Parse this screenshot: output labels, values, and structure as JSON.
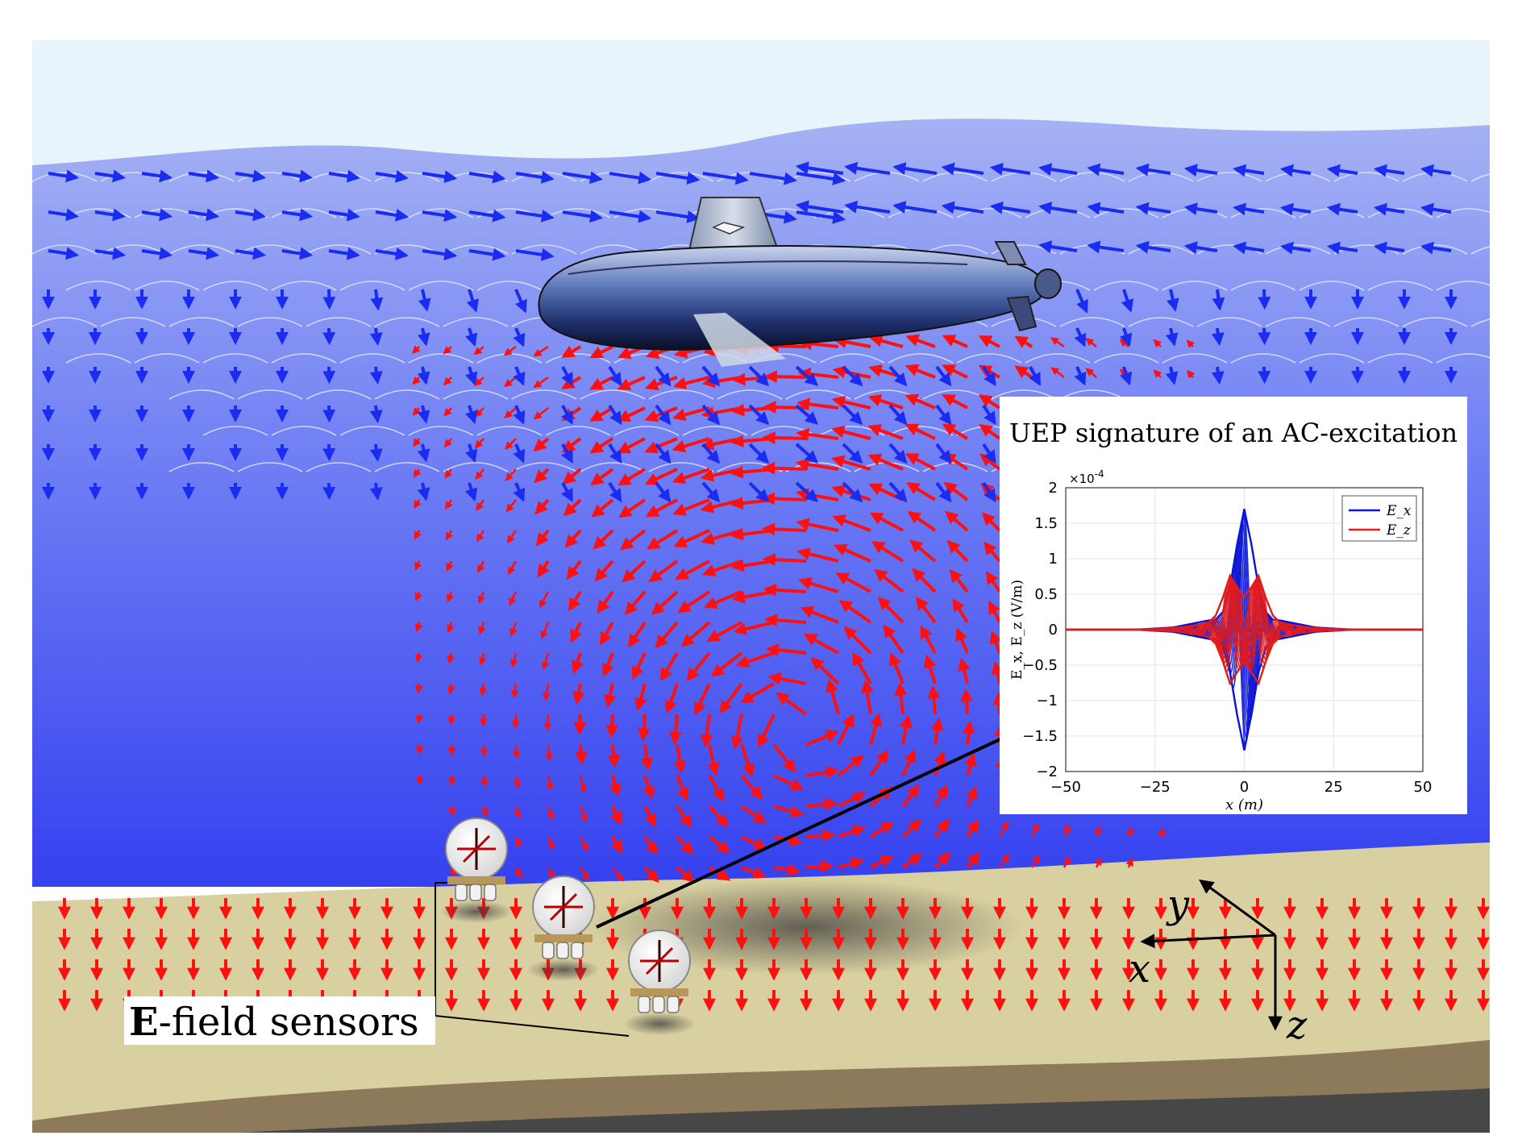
{
  "inset": {
    "title": "UEP signature of an AC-excitation",
    "y_exponent_base": "×10",
    "y_exponent_power": "-4",
    "xlabel": "x (m)",
    "ylabel": "E_x, E_z (V/m)",
    "legend": [
      "E_x",
      "E_z"
    ]
  },
  "labels": {
    "sensors_bold": "E",
    "sensors_rest": "-field sensors",
    "axis_x": "x",
    "axis_y": "y",
    "axis_z": "z"
  },
  "colors": {
    "sky": "#e8f4fb",
    "water_top": "#9aa8f2",
    "water_bottom": "#3a46f0",
    "sand": "#d8d0a0",
    "seabed": "#8c7a5a",
    "rock": "#4a4a4a",
    "field_red": "#ff1010",
    "field_blue": "#1a2cf0",
    "ex_line": "#0a14d4",
    "ez_line": "#e21b1b"
  },
  "chart_data": {
    "type": "line",
    "x": [
      -50,
      -40,
      -30,
      -20,
      -15,
      -10,
      -8,
      -6,
      -4,
      -2,
      0,
      2,
      4,
      6,
      8,
      10,
      15,
      20,
      30,
      40,
      50
    ],
    "series": [
      {
        "name": "E_x",
        "values": [
          0,
          0,
          0.001,
          0.03,
          0.08,
          0.13,
          0.14,
          0.25,
          0.6,
          1.2,
          1.7,
          1.2,
          0.6,
          0.25,
          0.14,
          0.13,
          0.08,
          0.03,
          0.001,
          0,
          0
        ]
      },
      {
        "name": "E_z",
        "values": [
          0,
          0,
          0,
          0.02,
          0.05,
          0.1,
          0.2,
          0.45,
          0.76,
          0.6,
          0.45,
          0.6,
          0.76,
          0.45,
          0.2,
          0.1,
          0.05,
          0.02,
          0,
          0,
          0
        ]
      }
    ],
    "xlim": [
      -50,
      50
    ],
    "ylim": [
      -2,
      2
    ],
    "xticks": [
      -50,
      -25,
      0,
      25,
      50
    ],
    "yticks": [
      -2,
      -1.5,
      -1,
      -0.5,
      0,
      0.5,
      1,
      1.5,
      2
    ],
    "xlabel": "x (m)",
    "ylabel": "E_x, E_z (V/m)",
    "y_scale_note": "×10^-4",
    "grid": true,
    "legend_position": "top-right"
  }
}
